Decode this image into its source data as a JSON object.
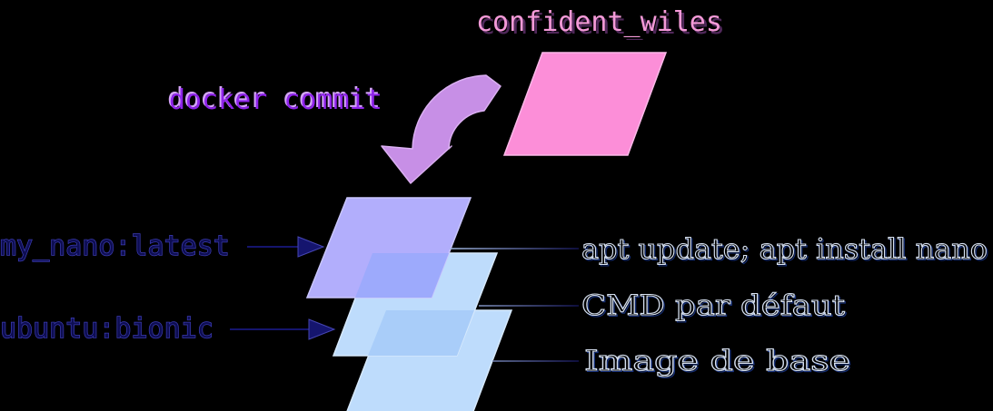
{
  "diagram": {
    "container_label": "confident_wiles",
    "command_label": "docker commit",
    "tags": [
      {
        "label": "my_nano:latest"
      },
      {
        "label": "ubuntu:bionic"
      }
    ],
    "annotations": [
      {
        "label": "apt update; apt install nano"
      },
      {
        "label": "CMD par défaut"
      },
      {
        "label": "Image de base"
      }
    ]
  },
  "colors": {
    "background": "#000000",
    "container_fill": "#fc8ed8",
    "container_stroke": "#fdb9e9",
    "commit_arrow_fill": "#c78fe6",
    "commit_arrow_stroke": "#dbb0f2",
    "command_text": "#8f24ea",
    "command_text_highlight": "#d4a4f8",
    "container_text": "#f49ad8",
    "container_text_shadow": "#50285a",
    "tag_text": "#0e0e52",
    "tag_text_stroke": "#3c3cb4",
    "layer_top_fill": "#b2aefc",
    "layer_top_stroke": "#c9c6fd",
    "layer_blue_fill": "#bedcfc",
    "layer_blue_stroke": "#d6e9fd",
    "overlap_purple_blue": "#9daafc",
    "overlap_blue_blue": "#a9cdf9",
    "arrow_navy": "#15156e",
    "arrow_navy_stroke": "#4646b4",
    "annotation_outline": "#d6e0f0",
    "annotation_shadow": "#16307a",
    "line_light": "#a8c0e8",
    "line_dark": "#10104f"
  }
}
